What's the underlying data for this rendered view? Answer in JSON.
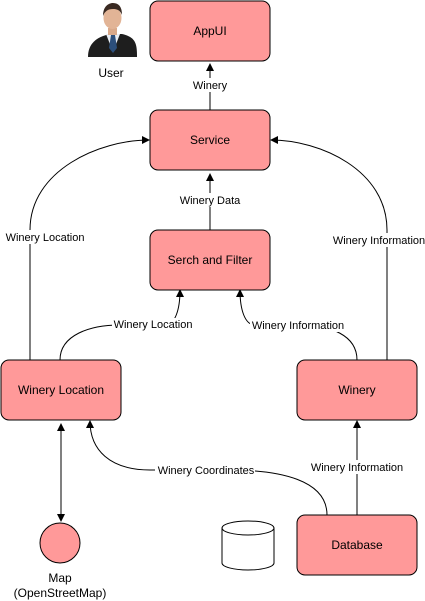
{
  "diagram": {
    "nodes": {
      "appui": "AppUI",
      "service": "Service",
      "search_filter": "Serch and Filter",
      "winery_location": "Winery Location",
      "winery": "Winery",
      "database": "Database",
      "user": "User",
      "map_line1": "Map",
      "map_line2": "(OpenStreetMap)"
    },
    "edges": {
      "service_to_appui": "Winery",
      "search_to_service": "Winery Data",
      "location_to_service": "Winery Location",
      "winery_to_service": "Winery Information",
      "location_to_search": "Winery Location",
      "winery_to_search": "Winery Information",
      "database_to_location": "Winery Coordinates",
      "database_to_winery": "Winery Information"
    },
    "colors": {
      "node_fill": "#ff9999",
      "node_stroke": "#000000",
      "map_fill": "#ff9999"
    }
  }
}
